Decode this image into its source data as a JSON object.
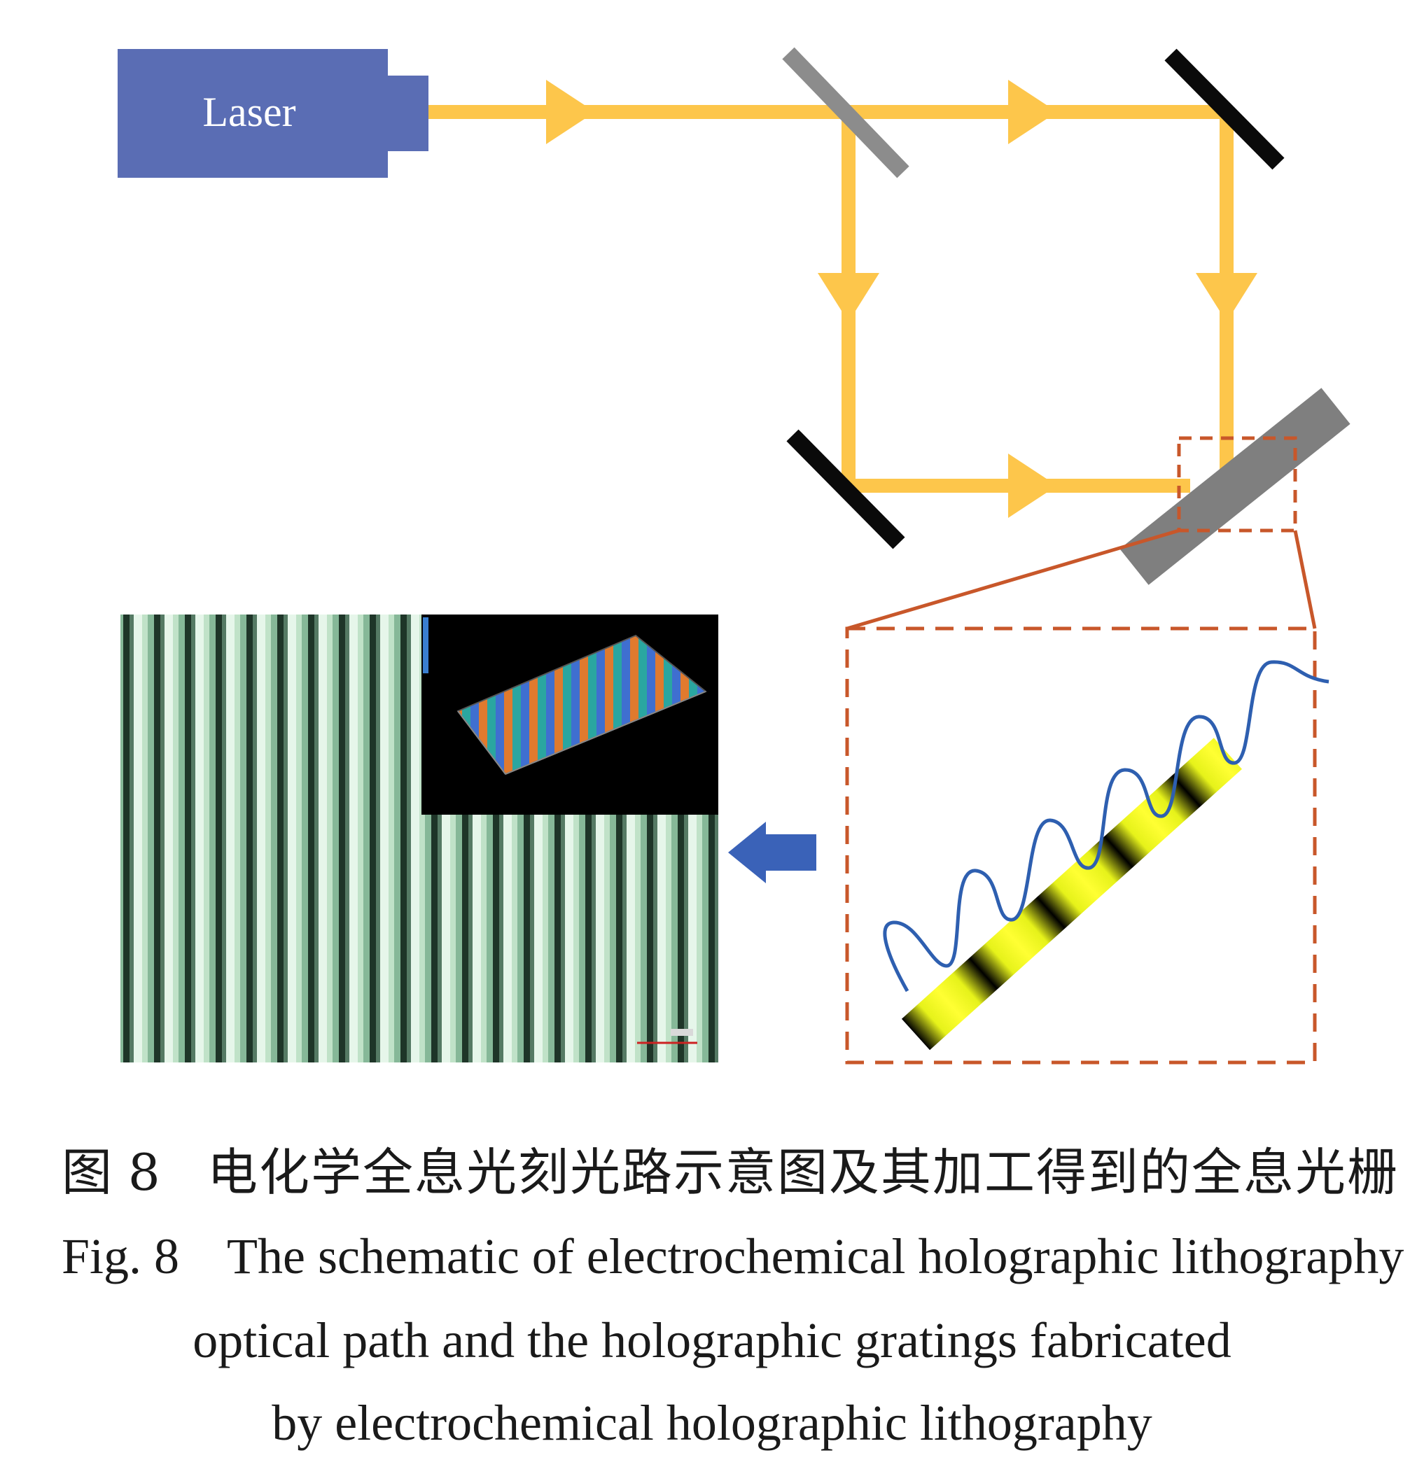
{
  "laser": {
    "label": "Laser"
  },
  "colors": {
    "laser_body": "#5a6db4",
    "beam": "#fdc64b",
    "beam_splitter": "#8c8c8c",
    "mirror": "#0a0a0a",
    "sample": "#7f7f7f",
    "zoom_box": "#c8572a",
    "intensity_wave": "#2e5fb0",
    "arrow": "#3a62b8"
  },
  "icons": {
    "output_arrow": "left-arrow-icon"
  },
  "caption": {
    "cn_number": "图 8",
    "cn_text": "电化学全息光刻光路示意图及其加工得到的全息光栅",
    "en_number": "Fig. 8",
    "en_line1": "The schematic of electrochemical holographic lithography",
    "en_line2": "optical path and the holographic gratings fabricated",
    "en_line3": "by electrochemical holographic lithography"
  }
}
